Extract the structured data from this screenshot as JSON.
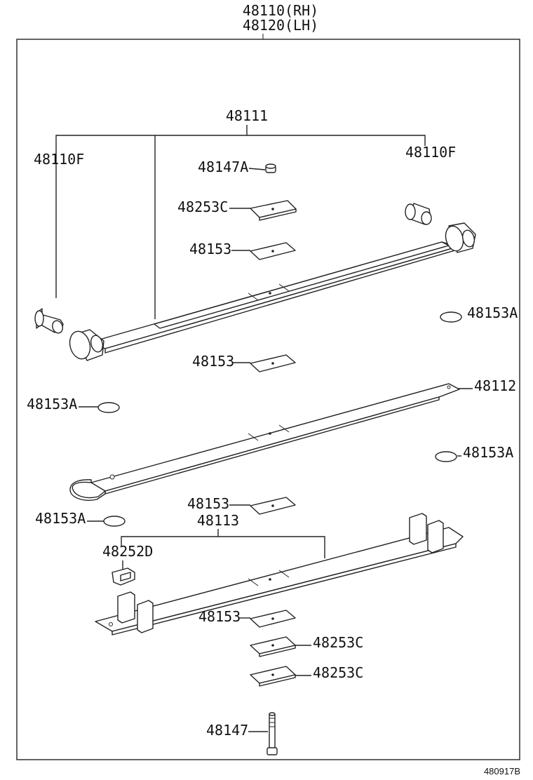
{
  "header": {
    "line1": "48110(RH)",
    "line2": "48120(LH)"
  },
  "labels": {
    "leaf_assembly_top": "48111",
    "bushing_left": "48110F",
    "bushing_right": "48110F",
    "nut_top": "48147A",
    "plate_top": "48253C",
    "pad_1": "48153",
    "pad_2": "48153",
    "insert_right_1": "48153A",
    "leaf_middle": "48112",
    "insert_left_1": "48153A",
    "insert_right_2": "48153A",
    "pad_3": "48153",
    "insert_left_2": "48153A",
    "leaf_bottom": "48113",
    "clip": "48252D",
    "pad_4": "48153",
    "plate_bottom_1": "48253C",
    "plate_bottom_2": "48253C",
    "center_bolt": "48147"
  },
  "footer": {
    "diagram_code": "480917B"
  }
}
